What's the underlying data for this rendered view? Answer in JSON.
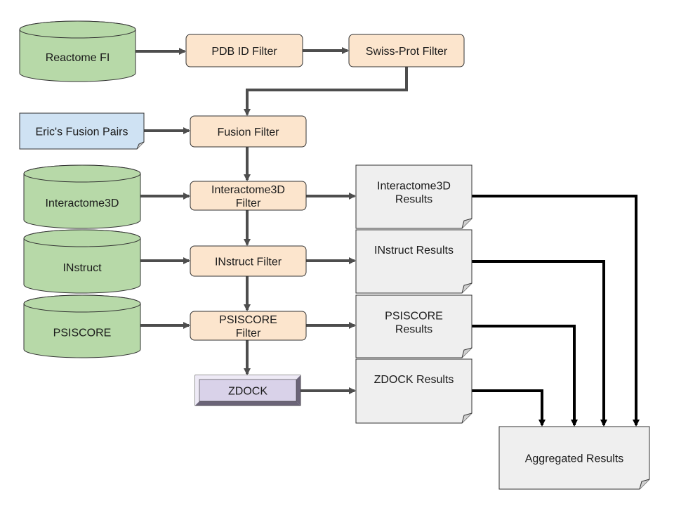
{
  "nodes": {
    "reactome": {
      "lines": [
        "Reactome FI"
      ],
      "shape": "database"
    },
    "pdb": {
      "lines": [
        "PDB ID Filter"
      ],
      "shape": "process"
    },
    "swissprot": {
      "lines": [
        "Swiss-Prot Filter"
      ],
      "shape": "process"
    },
    "eric": {
      "lines": [
        "Eric's Fusion Pairs"
      ],
      "shape": "document-input"
    },
    "fusion": {
      "lines": [
        "Fusion Filter"
      ],
      "shape": "process"
    },
    "interactome_db": {
      "lines": [
        "Interactome3D"
      ],
      "shape": "database"
    },
    "interactome_filter": {
      "lines": [
        "Interactome3D",
        "Filter"
      ],
      "shape": "process"
    },
    "interactome_results": {
      "lines": [
        "Interactome3D",
        "Results"
      ],
      "shape": "document"
    },
    "instruct_db": {
      "lines": [
        "INstruct"
      ],
      "shape": "database"
    },
    "instruct_filter": {
      "lines": [
        "INstruct Filter"
      ],
      "shape": "process"
    },
    "instruct_results": {
      "lines": [
        "INstruct Results"
      ],
      "shape": "document"
    },
    "psiscore_db": {
      "lines": [
        "PSISCORE"
      ],
      "shape": "database"
    },
    "psiscore_filter": {
      "lines": [
        "PSISCORE",
        "Filter"
      ],
      "shape": "process"
    },
    "psiscore_results": {
      "lines": [
        "PSISCORE",
        "Results"
      ],
      "shape": "document"
    },
    "zdock": {
      "lines": [
        "ZDOCK"
      ],
      "shape": "tool"
    },
    "zdock_results": {
      "lines": [
        "ZDOCK Results"
      ],
      "shape": "document"
    },
    "aggregated": {
      "lines": [
        "Aggregated Results"
      ],
      "shape": "document"
    }
  },
  "edges": [
    {
      "from": "reactome",
      "to": "pdb"
    },
    {
      "from": "pdb",
      "to": "swissprot"
    },
    {
      "from": "swissprot",
      "to": "fusion"
    },
    {
      "from": "eric",
      "to": "fusion"
    },
    {
      "from": "fusion",
      "to": "interactome_filter"
    },
    {
      "from": "interactome_db",
      "to": "interactome_filter"
    },
    {
      "from": "interactome_filter",
      "to": "interactome_results"
    },
    {
      "from": "interactome_filter",
      "to": "instruct_filter"
    },
    {
      "from": "instruct_db",
      "to": "instruct_filter"
    },
    {
      "from": "instruct_filter",
      "to": "instruct_results"
    },
    {
      "from": "instruct_filter",
      "to": "psiscore_filter"
    },
    {
      "from": "psiscore_db",
      "to": "psiscore_filter"
    },
    {
      "from": "psiscore_filter",
      "to": "psiscore_results"
    },
    {
      "from": "psiscore_filter",
      "to": "zdock"
    },
    {
      "from": "zdock",
      "to": "zdock_results"
    },
    {
      "from": "interactome_results",
      "to": "aggregated"
    },
    {
      "from": "instruct_results",
      "to": "aggregated"
    },
    {
      "from": "psiscore_results",
      "to": "aggregated"
    },
    {
      "from": "zdock_results",
      "to": "aggregated"
    }
  ],
  "colors": {
    "database_fill": "#b7d9a8",
    "process_fill": "#fce5cd",
    "input_fill": "#cfe2f3",
    "document_fill": "#efefef",
    "tool_fill": "#d9d2e9",
    "pipeline_arrow": "#4d4d4d",
    "results_arrow": "#000000"
  }
}
